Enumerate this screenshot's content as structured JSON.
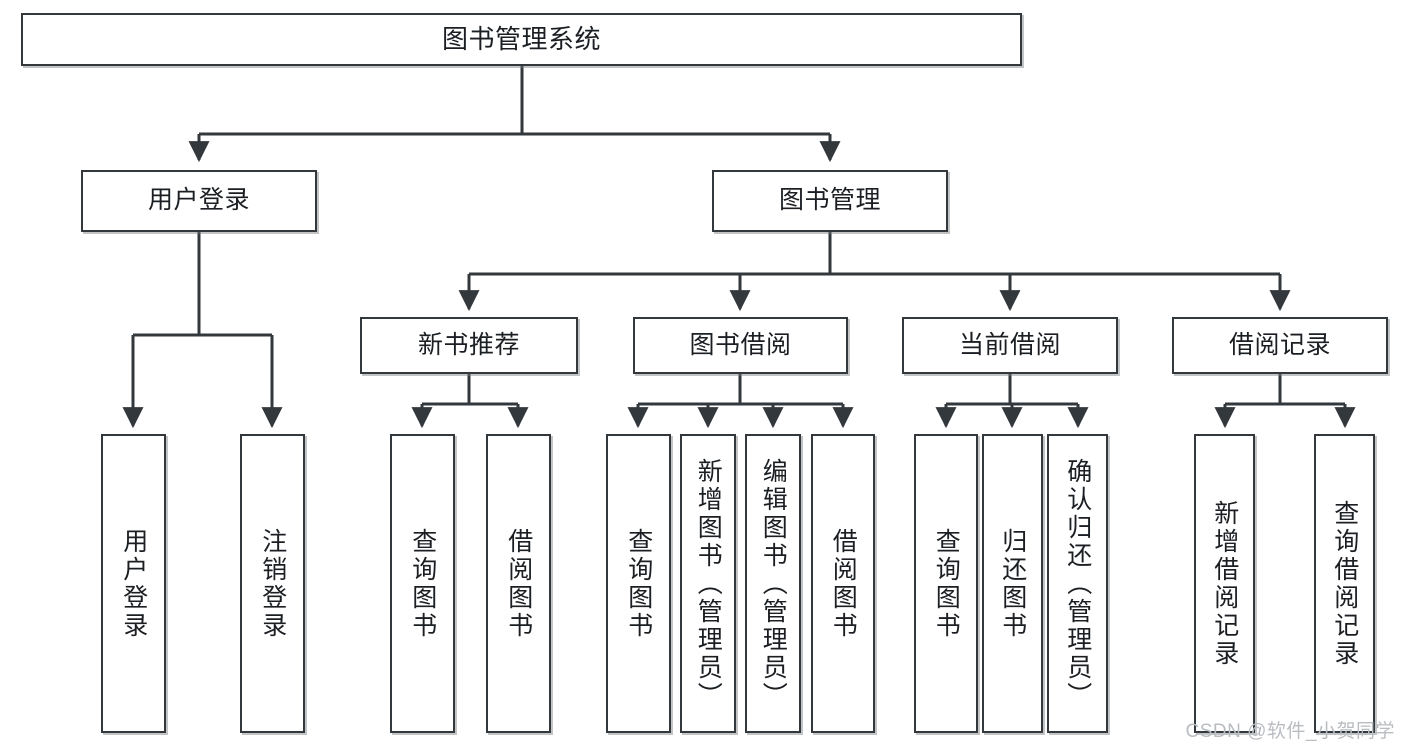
{
  "diagram": {
    "title": "图书管理系统",
    "type": "tree-hierarchy-diagram",
    "colors": {
      "stroke": "#33383d",
      "fill": "#ffffff",
      "text": "#1b1f23",
      "shadow": "#787c80",
      "watermark": "#b9bdc2"
    },
    "root": {
      "label": "图书管理系统"
    },
    "level2": [
      {
        "id": "user-login",
        "label": "用户登录"
      },
      {
        "id": "book-management",
        "label": "图书管理"
      }
    ],
    "level3": [
      {
        "id": "new-book-recommend",
        "label": "新书推荐"
      },
      {
        "id": "book-borrow",
        "label": "图书借阅"
      },
      {
        "id": "current-borrow",
        "label": "当前借阅"
      },
      {
        "id": "borrow-record",
        "label": "借阅记录"
      }
    ],
    "leaves": {
      "user_login": [
        {
          "id": "leaf-user-login",
          "label": "用户登录"
        },
        {
          "id": "leaf-logout-login",
          "label": "注销登录"
        }
      ],
      "new_book_recommend": [
        {
          "id": "leaf-query-book-1",
          "label": "查询图书"
        },
        {
          "id": "leaf-borrow-book-1",
          "label": "借阅图书"
        }
      ],
      "book_borrow": [
        {
          "id": "leaf-query-book-2",
          "label": "查询图书"
        },
        {
          "id": "leaf-add-book",
          "label": "新增图书（管理员）"
        },
        {
          "id": "leaf-edit-book",
          "label": "编辑图书（管理员）"
        },
        {
          "id": "leaf-borrow-book-2",
          "label": "借阅图书"
        }
      ],
      "current_borrow": [
        {
          "id": "leaf-query-book-3",
          "label": "查询图书"
        },
        {
          "id": "leaf-return-book",
          "label": "归还图书"
        },
        {
          "id": "leaf-confirm-return",
          "label": "确认归还（管理员）"
        }
      ],
      "borrow_record": [
        {
          "id": "leaf-add-record",
          "label": "新增借阅记录"
        },
        {
          "id": "leaf-query-record",
          "label": "查询借阅记录"
        }
      ]
    }
  },
  "watermark": {
    "text": "CSDN @软件_小贺同学"
  }
}
